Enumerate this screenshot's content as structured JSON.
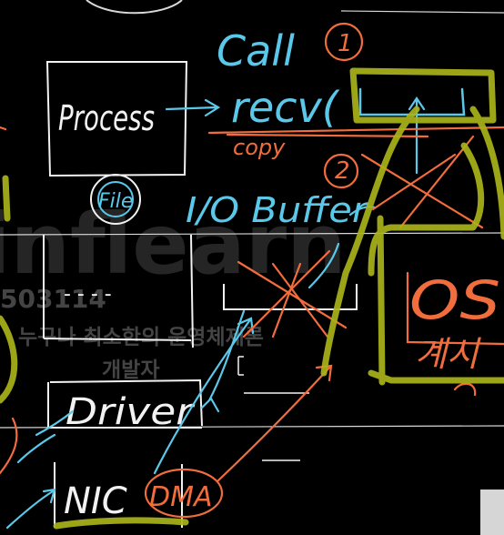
{
  "colors": {
    "background": "#000000",
    "chalk_white": "#f2f2f2",
    "blue": "#5bc8ea",
    "orange": "#f26d3d",
    "olive": "#a9b319",
    "watermark": "#5b5b5b",
    "ruled_line": "#d9d9d9"
  },
  "labels": {
    "process": "Process",
    "file": "File",
    "call": "Call",
    "recv": "recv(",
    "copy": "copy",
    "circle_1": "1",
    "circle_2": "2",
    "io_buffer": "I/O Buffer",
    "dashes": "- -  -  -",
    "driver": "Driver",
    "nic": "NIC",
    "dma": "DMA",
    "os": "OS",
    "os_sub": "계시"
  },
  "watermark": {
    "brand": "inflearn",
    "code": "503114",
    "line1": "누구나 최소한의 운영체제론",
    "line2": "개발자"
  }
}
